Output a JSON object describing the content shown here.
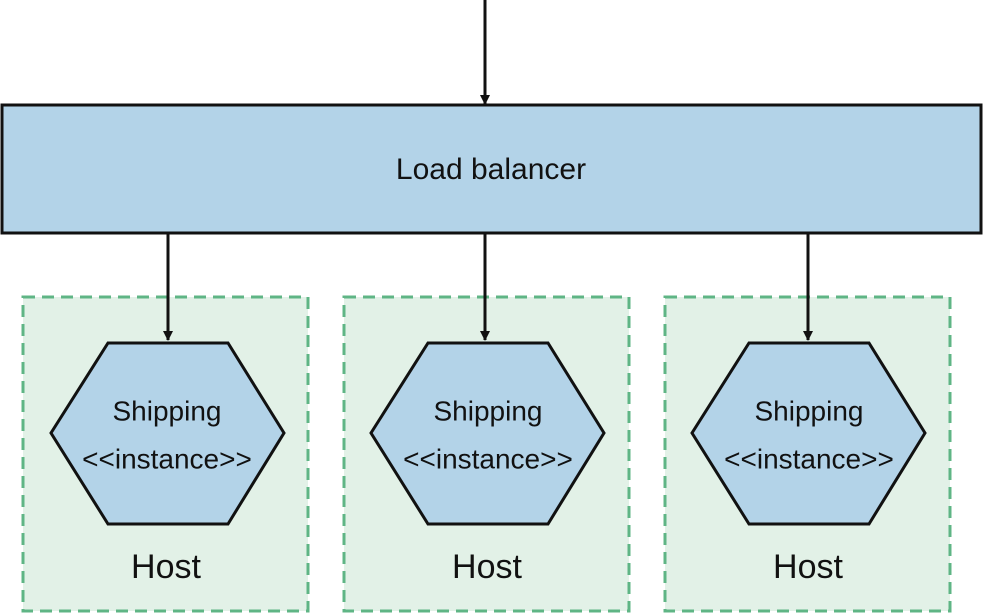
{
  "load_balancer": {
    "label": "Load balancer"
  },
  "hosts": [
    {
      "host_label": "Host",
      "service_name": "Shipping",
      "service_stereotype": "<<instance>>"
    },
    {
      "host_label": "Host",
      "service_name": "Shipping",
      "service_stereotype": "<<instance>>"
    },
    {
      "host_label": "Host",
      "service_name": "Shipping",
      "service_stereotype": "<<instance>>"
    }
  ],
  "colors": {
    "box_fill": "#b3d3e8",
    "host_fill": "#e2f1e7",
    "host_border": "#5fb585",
    "stroke": "#111111"
  }
}
